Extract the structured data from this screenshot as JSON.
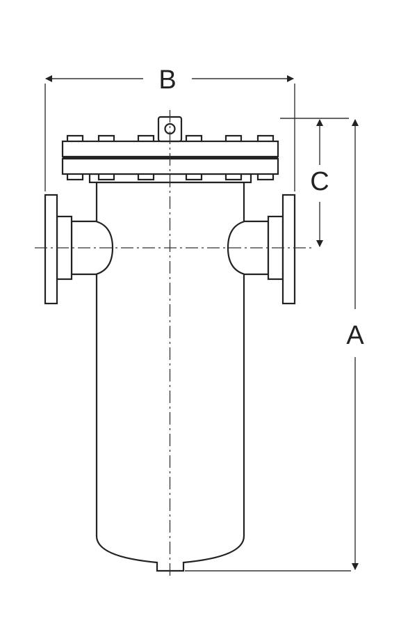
{
  "dimensions": {
    "a": "A",
    "b": "B",
    "c": "C"
  },
  "colors": {
    "line": "#222222",
    "background": "#ffffff"
  }
}
